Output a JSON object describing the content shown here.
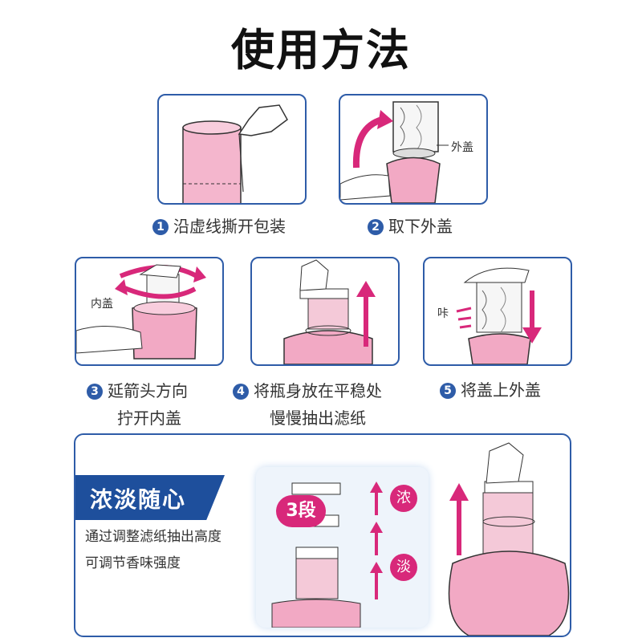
{
  "title": "使用方法",
  "steps": [
    {
      "num": "1",
      "line1": "沿虚线撕开包装"
    },
    {
      "num": "2",
      "line1": "取下外盖",
      "callout": "外盖"
    },
    {
      "num": "3",
      "line1": "延箭头方向",
      "line2": "拧开内盖",
      "callout": "内盖"
    },
    {
      "num": "4",
      "line1": "将瓶身放在平稳处",
      "line2": "慢慢抽出滤纸"
    },
    {
      "num": "5",
      "line1": "将盖上外盖",
      "callout": "咔"
    }
  ],
  "bottom": {
    "tag": "浓淡随心",
    "desc_line1": "通过调整滤纸抽出高度",
    "desc_line2": "可调节香味强度",
    "badge": "3段",
    "strong": "浓",
    "weak": "淡"
  },
  "colors": {
    "accent_blue": "#2e5ca8",
    "accent_pink": "#d8287a",
    "bottle_pink": "#f2a9c4"
  }
}
